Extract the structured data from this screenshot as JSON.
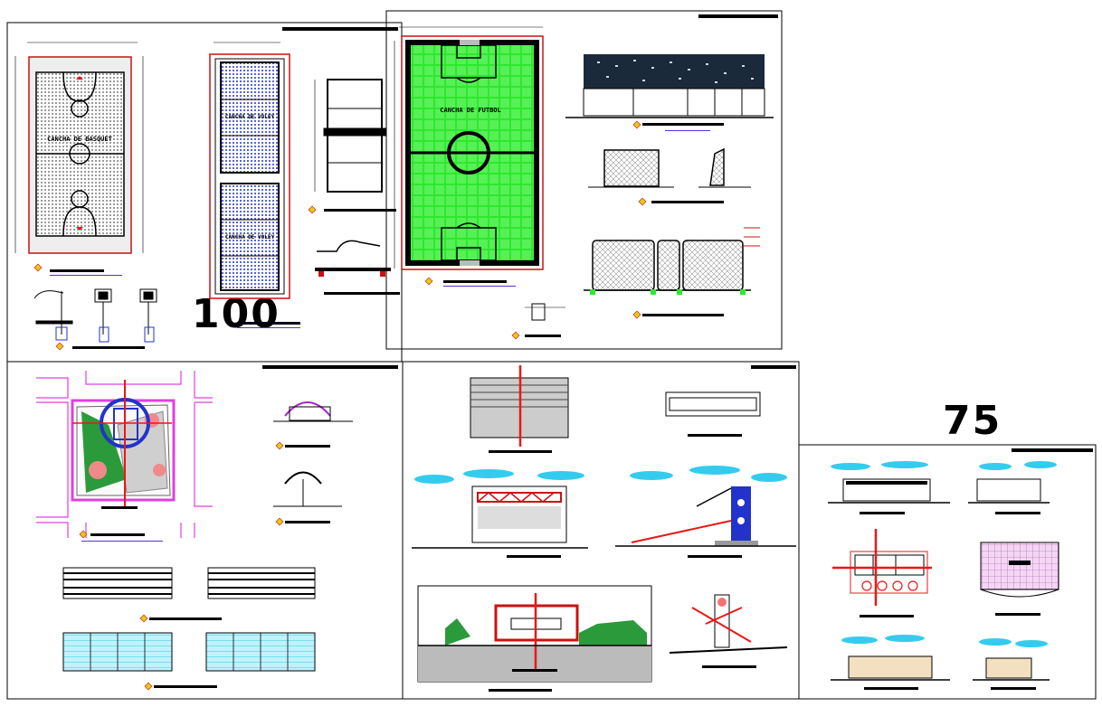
{
  "sheet": {
    "big_labels": [
      "100",
      "75"
    ],
    "court_labels": {
      "basketball": "CANCHA DE BASQUET",
      "football": "CANCHA DE FUTBOL",
      "volley_top": "CANCHA DE VOLEY",
      "volley_bottom": "CANCHA DE VOLEY"
    }
  },
  "colors": {
    "field_green": "#2ee82e",
    "court_blue": "#2233cc",
    "site_magenta": "#e040e0",
    "sky_cyan": "#33ccee",
    "accent_red": "#e81818",
    "frame_red": "#cc1111"
  }
}
